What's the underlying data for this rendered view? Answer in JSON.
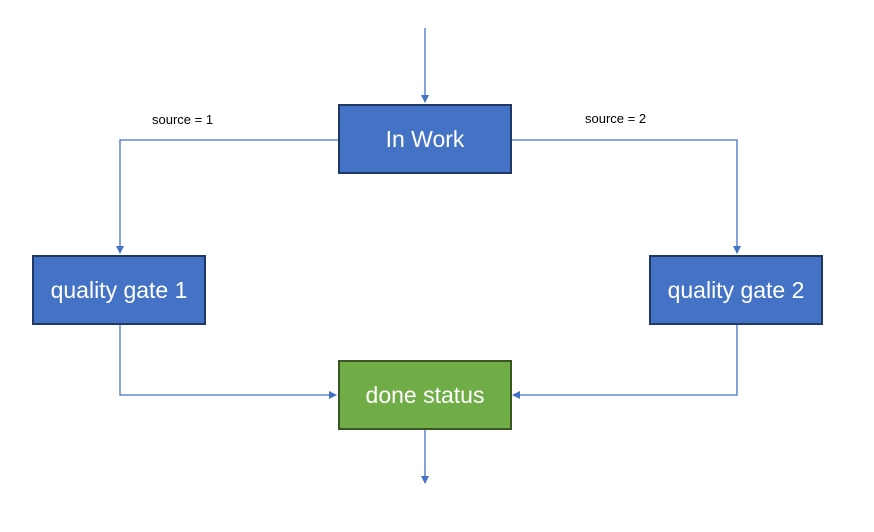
{
  "colors": {
    "connector": "#4472c4",
    "node_blue_fill": "#4472c4",
    "node_blue_border": "#1f3864",
    "node_green_fill": "#70ad47",
    "node_green_border": "#385723"
  },
  "nodes": {
    "in_work": "In Work",
    "quality_gate_1": "quality gate 1",
    "quality_gate_2": "quality gate 2",
    "done_status": "done status"
  },
  "edge_labels": {
    "left": "source = 1",
    "right": "source = 2"
  }
}
